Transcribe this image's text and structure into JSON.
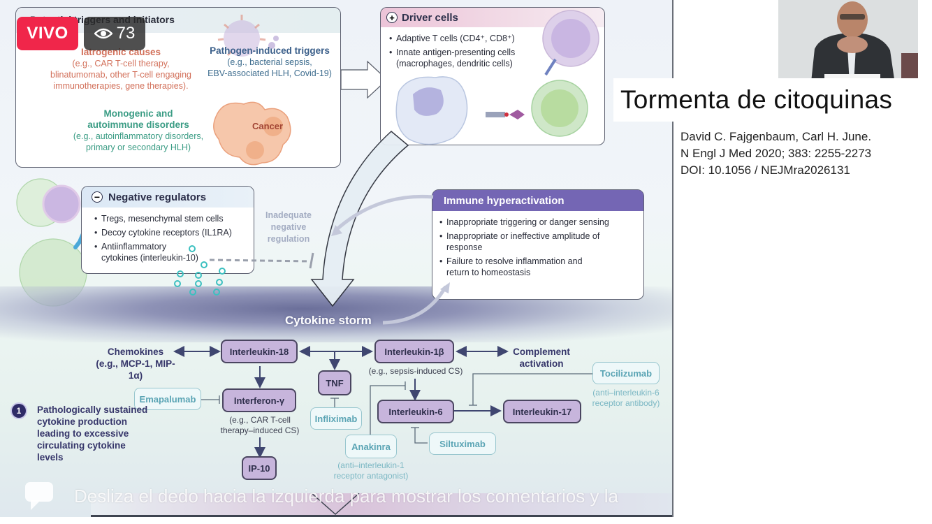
{
  "live": {
    "badge_label": "VIVO",
    "viewer_icon": "eye-icon",
    "viewer_count": "73",
    "swipe_hint": "Desliza el dedo hacia la izquierda para mostrar los comentarios y la",
    "comment_icon": "speech-bubble-icon"
  },
  "slide": {
    "title": "Tormenta de citoquinas",
    "reference": {
      "authors": "David C. Fajgenbaum, Carl H. June.",
      "journal": "N Engl J Med 2020; 383: 2255-2273",
      "doi": "DOI: 10.1056 / NEJMra2026131"
    },
    "webcam": {
      "description": "Presenter seated at desk with name placard"
    }
  },
  "figure": {
    "triggers": {
      "title": "Potential triggers and initiators",
      "iatrogenic": {
        "title": "Iatrogenic causes",
        "lines": [
          "(e.g., CAR T-cell therapy,",
          "blinatumomab, other T-cell engaging",
          "immunotherapies, gene therapies)."
        ]
      },
      "pathogen": {
        "title": "Pathogen-induced triggers",
        "lines": [
          "(e.g., bacterial sepsis,",
          "EBV-associated HLH, Covid-19)"
        ]
      },
      "monogenic": {
        "title_lines": [
          "Monogenic and",
          "autoimmune disorders"
        ],
        "lines": [
          "(e.g., autoinflammatory disorders,",
          "primary or secondary HLH)"
        ]
      },
      "cancer": "Cancer"
    },
    "driver_cells": {
      "icon": "plus-circle-icon",
      "title": "Driver cells",
      "items": [
        "Adaptive T cells (CD4⁺, CD8⁺)",
        "Innate antigen-presenting cells (macrophages, dendritic cells)"
      ]
    },
    "negative_regulators": {
      "icon": "minus-circle-icon",
      "title": "Negative regulators",
      "items": [
        "Tregs, mesenchymal stem cells",
        "Decoy cytokine receptors (IL1RA)",
        "Antiinflammatory cytokines (interleukin-10)"
      ]
    },
    "inadequate_regulation": [
      "Inadequate",
      "negative",
      "regulation"
    ],
    "immune_hyperactivation": {
      "title": "Immune hyperactivation",
      "items": [
        "Inappropriate triggering or danger sensing",
        "Inappropriate or ineffective amplitude of response",
        "Failure to resolve inflammation and return to homeostasis"
      ]
    },
    "cytokine_storm_label": "Cytokine storm",
    "pathway": {
      "chemokines": [
        "Chemokines",
        "(e.g., MCP-1, MIP-1α)"
      ],
      "complement": [
        "Complement",
        "activation"
      ],
      "nodes": {
        "il18": "Interleukin-18",
        "il1b": "Interleukin-1β",
        "tnf": "TNF",
        "ifng": "Interferon-γ",
        "il6": "Interleukin-6",
        "il17": "Interleukin-17",
        "ip10": "IP-10"
      },
      "notes": {
        "il1b": "(e.g., sepsis-induced CS)",
        "ifng": [
          "(e.g., CAR T-cell",
          "therapy–induced CS)"
        ]
      },
      "drugs": {
        "emapalumab": "Emapalumab",
        "infliximab": "Infliximab",
        "anakinra": "Anakinra",
        "anakinra_note": [
          "(anti–interleukin-1",
          "receptor antagonist)"
        ],
        "siltuximab": "Siltuximab",
        "tocilizumab": "Tocilizumab",
        "tocilizumab_note": [
          "(anti–interleukin-6",
          "receptor antibody)"
        ]
      },
      "step_number": "1",
      "step_text": "Pathologically sustained cytokine production leading to excessive circulating cytokine levels"
    }
  },
  "colors": {
    "live_red": "#f0264a",
    "node_fill": "#c7b5dc",
    "drug_text": "#5aa4b4",
    "hyperactivation_head": "#7466b4",
    "driver_head": "#ecc4d8"
  }
}
